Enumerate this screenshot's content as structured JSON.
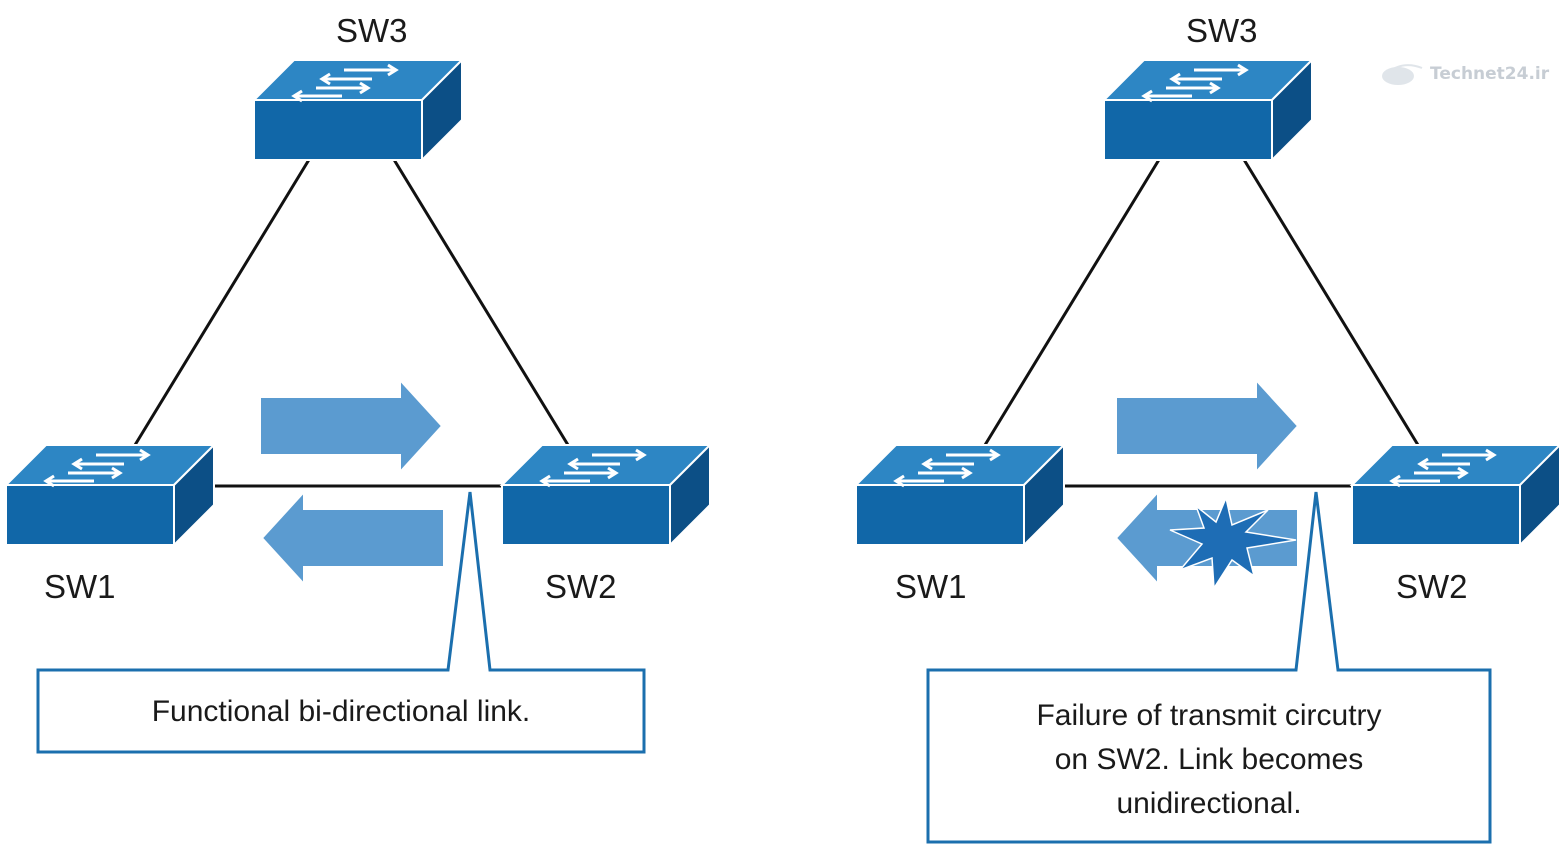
{
  "left_panel": {
    "switches": {
      "top": "SW3",
      "left": "SW1",
      "right": "SW2"
    },
    "callout": [
      "Functional bi-directional link."
    ]
  },
  "right_panel": {
    "switches": {
      "top": "SW3",
      "left": "SW1",
      "right": "SW2"
    },
    "callout": [
      "Failure of transmit circutry",
      "on SW2. Link becomes",
      "unidirectional."
    ]
  },
  "watermark": {
    "text": "Technet24.ir"
  },
  "colors": {
    "switch_top": "#1f7ab8",
    "switch_front": "#1167a8",
    "switch_side": "#0c4f86",
    "arrow_fill": "#5b9bd0",
    "callout_border": "#1b6fae",
    "link": "#111111",
    "burst": "#1e6db5"
  }
}
